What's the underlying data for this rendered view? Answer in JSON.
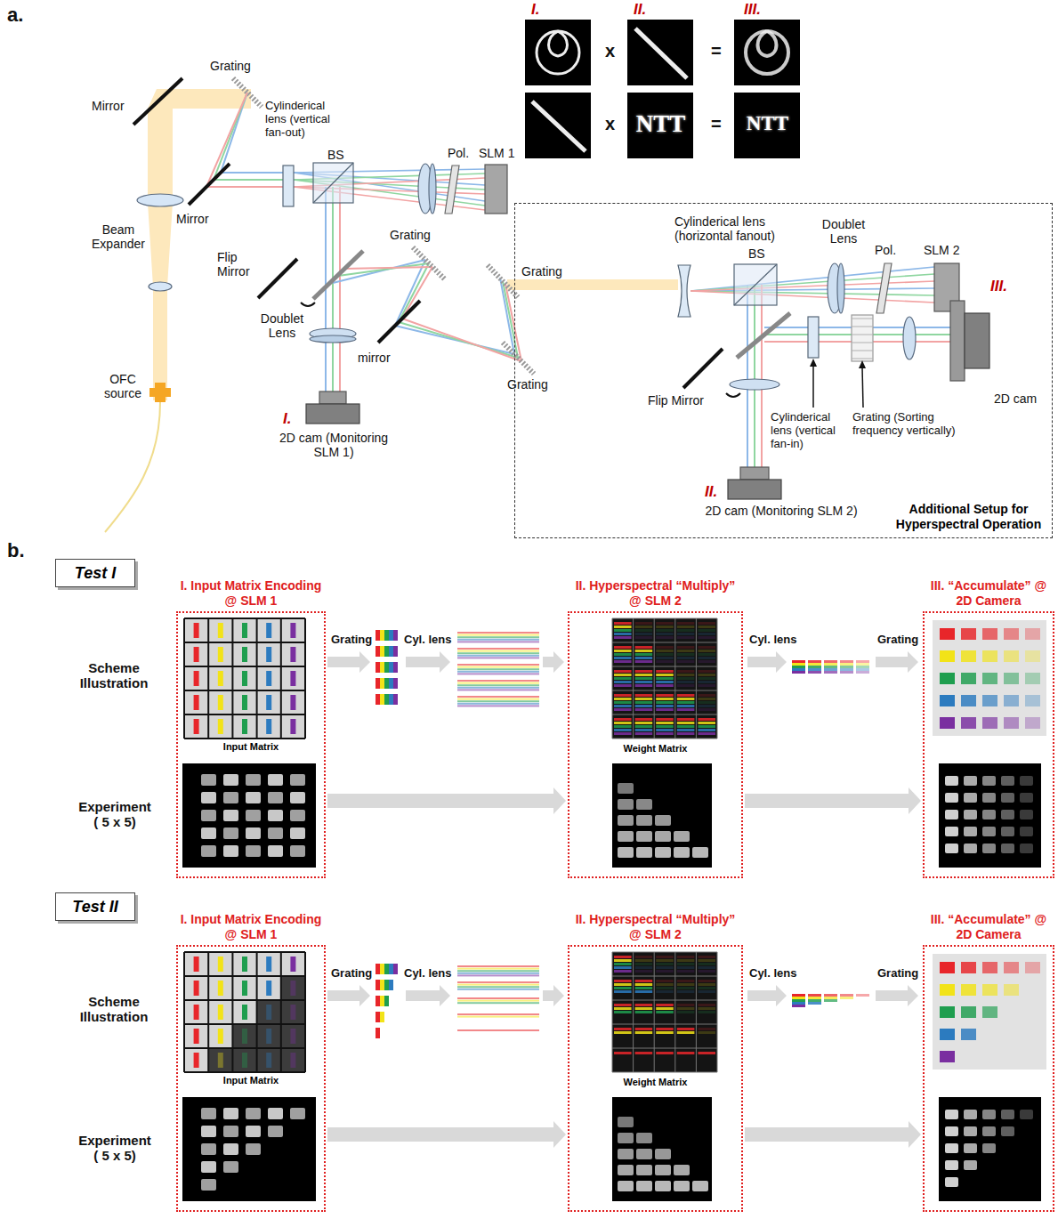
{
  "diagram": {
    "nodes": [
      {
        "text": [
          "Additional Setup for Hyperspectral Operation"
        ]
      },
      {
        "text": [
          "Test I"
        ]
      },
      {
        "text": [
          "I. Input Matrix Encoding @ SLM 1",
          "Input Matrix"
        ]
      },
      {
        "text": [
          "II. Hyperspectral “Multiply” @ SLM 2",
          "Weight Matrix"
        ]
      },
      {
        "text": [
          "III. “Accumulate” @ 2D Camera"
        ]
      },
      {
        "text": [
          "Test II"
        ]
      },
      {
        "text": [
          "I. Input Matrix Encoding @ SLM 1",
          "Input Matrix"
        ]
      },
      {
        "text": [
          "II. Hyperspectral “Multiply” @ SLM 2",
          "Weight Matrix"
        ]
      },
      {
        "text": [
          "III. “Accumulate” @ 2D Camera"
        ]
      }
    ],
    "edges": [
      {
        "from": 2,
        "to": 3,
        "arrow": "to"
      },
      {
        "from": 3,
        "to": 4,
        "arrow": "to"
      },
      {
        "from": 6,
        "to": 7,
        "arrow": "to"
      },
      {
        "from": 7,
        "to": 8,
        "arrow": "to"
      }
    ],
    "labels": [
      "a.",
      "Grating",
      "Mirror",
      "Cylinderical lens (vertical fan-out)",
      "BS",
      "Pol.",
      "SLM 1",
      "Mirror",
      "Beam Expander",
      "Flip Mirror",
      "Grating",
      "Doublet Lens",
      "mirror",
      "Grating",
      "Grating",
      "OFC source",
      "I.",
      "2D cam (Monitoring SLM 1)",
      "I.",
      "II.",
      "III.",
      "x",
      "=",
      "x",
      "=",
      "NTT",
      "NTT",
      "Cylinderical lens (horizontal fanout)",
      "BS",
      "Doublet Lens",
      "Pol.",
      "SLM 2",
      "III.",
      "2D cam",
      "Flip Mirror",
      "Cylinderical lens (vertical fan-in)",
      "Grating (Sorting frequency vertically)",
      "II.",
      "2D cam (Monitoring SLM 2)",
      "b.",
      "Scheme Illustration",
      "Experiment ( 5 x 5)",
      "Grating",
      "Cyl. lens",
      "Cyl. lens",
      "Grating",
      "Scheme Illustration",
      "Experiment ( 5 x 5)",
      "Grating",
      "Cyl. lens",
      "Cyl. lens",
      "Grating"
    ]
  }
}
